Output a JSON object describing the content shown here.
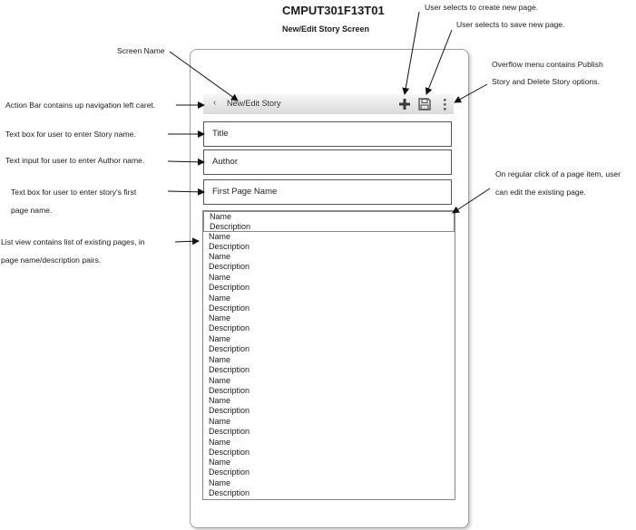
{
  "header": {
    "title": "CMPUT301F13T01",
    "subtitle": "New/Edit Story Screen"
  },
  "annotations": {
    "screen_name": "Screen Name",
    "create_page": "User selects to create new page.",
    "save_page": "User selects to save new page.",
    "overflow_line1": "Overflow menu contains Publish",
    "overflow_line2": "Story and Delete Story options.",
    "action_bar": "Action Bar contains up navigation left caret.",
    "title_box": "Text box for user to enter Story name.",
    "author_box": "Text input for user to enter Author name.",
    "first_page_line1": "Text box for user to enter story's first",
    "first_page_line2": "page name.",
    "list_line1": "List view contains list of existing pages, in",
    "list_line2": "page name/description pairs.",
    "click_line1": "On regular click of a page item, user",
    "click_line2": "can edit the existing page."
  },
  "action_bar": {
    "caret": "‹",
    "title": "New/Edit Story",
    "icons": [
      "plus-icon",
      "save-icon",
      "overflow-menu-icon"
    ]
  },
  "fields": {
    "title": "Title",
    "author": "Author",
    "first_page": "First Page Name"
  },
  "list": {
    "items": [
      {
        "name": "Name",
        "description": "Description"
      },
      {
        "name": "Name",
        "description": "Description"
      },
      {
        "name": "Name",
        "description": "Description"
      },
      {
        "name": "Name",
        "description": "Description"
      },
      {
        "name": "Name",
        "description": "Description"
      },
      {
        "name": "Name",
        "description": "Description"
      },
      {
        "name": "Name",
        "description": "Description"
      },
      {
        "name": "Name",
        "description": "Description"
      },
      {
        "name": "Name",
        "description": "Description"
      },
      {
        "name": "Name",
        "description": "Description"
      },
      {
        "name": "Name",
        "description": "Description"
      },
      {
        "name": "Name",
        "description": "Description"
      },
      {
        "name": "Name",
        "description": "Description"
      },
      {
        "name": "Name",
        "description": "Description"
      }
    ]
  }
}
